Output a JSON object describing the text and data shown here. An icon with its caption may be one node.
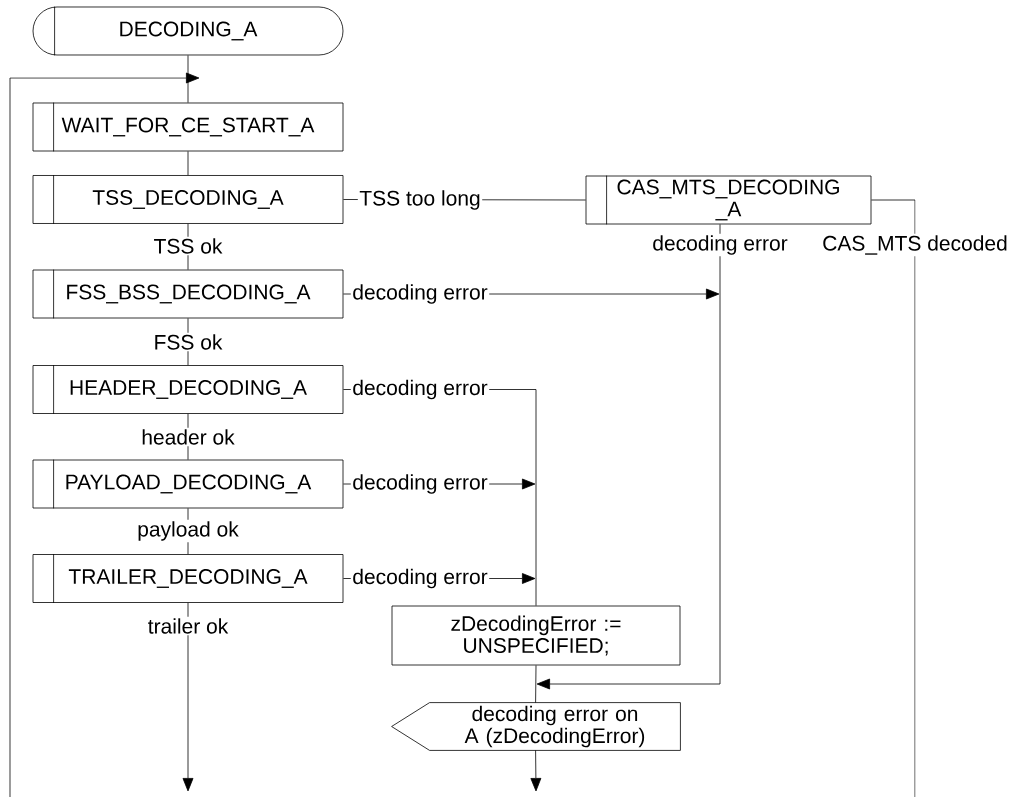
{
  "diagram": {
    "nodes": [
      {
        "text": [
          "DECODING_A"
        ]
      },
      {
        "text": [
          "WAIT_FOR_CE_START_A"
        ]
      },
      {
        "text": [
          "TSS_DECODING_A"
        ]
      },
      {
        "text": [
          "FSS_BSS_DECODING_A"
        ]
      },
      {
        "text": [
          "HEADER_DECODING_A"
        ]
      },
      {
        "text": [
          "PAYLOAD_DECODING_A"
        ]
      },
      {
        "text": [
          "TRAILER_DECODING_A"
        ]
      },
      {
        "text": [
          "CAS_MTS_DECODING _A"
        ]
      },
      {
        "text": [
          "zDecodingError := UNSPECIFIED;"
        ]
      },
      {
        "text": [
          "decoding error on A (zDecodingError)"
        ]
      }
    ],
    "edges": [
      {
        "from": 0,
        "to": 1,
        "arrow": "none"
      },
      {
        "from": null,
        "to": 1,
        "arrow": "to"
      },
      {
        "from": 1,
        "to": 2,
        "arrow": "none"
      },
      {
        "from": 2,
        "to": 3,
        "arrow": "none",
        "label": "TSS ok"
      },
      {
        "from": 2,
        "to": 7,
        "arrow": "none",
        "label": "TSS too long"
      },
      {
        "from": 3,
        "to": 4,
        "arrow": "none",
        "label": "FSS ok"
      },
      {
        "from": 4,
        "to": 5,
        "arrow": "none",
        "label": "header ok"
      },
      {
        "from": 5,
        "to": 6,
        "arrow": "none",
        "label": "payload ok"
      },
      {
        "from": 6,
        "to": null,
        "arrow": "to",
        "label": "trailer ok"
      },
      {
        "from": 7,
        "to": null,
        "arrow": "none",
        "label": "CAS_MTS decoded"
      },
      {
        "from": 7,
        "to": null,
        "arrow": "to",
        "label": "decoding error"
      },
      {
        "from": 3,
        "to": null,
        "arrow": "to",
        "label": "decoding error"
      },
      {
        "from": 4,
        "to": 8,
        "arrow": "none",
        "label": "decoding error"
      },
      {
        "from": 5,
        "to": null,
        "arrow": "to",
        "label": "decoding error"
      },
      {
        "from": 6,
        "to": null,
        "arrow": "to",
        "label": "decoding error"
      },
      {
        "from": 8,
        "to": 9,
        "arrow": "none"
      },
      {
        "from": 9,
        "to": null,
        "arrow": "to"
      }
    ]
  }
}
